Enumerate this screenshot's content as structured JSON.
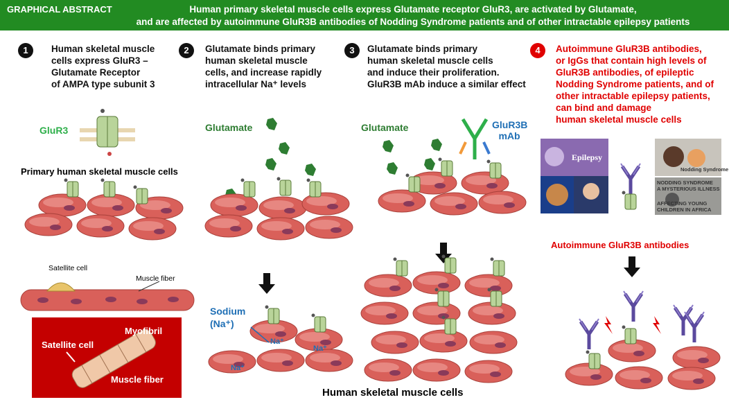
{
  "banner": {
    "label": "GRAPHICAL ABSTRACT",
    "title_line1": "Human primary skeletal muscle cells express Glutamate receptor GluR3, are activated by Glutamate,",
    "title_line2": "and are affected by autoimmune GluR3B antibodies of Nodding Syndrome patients and of other intractable epilepsy patients",
    "color": "#228b22"
  },
  "panels": [
    {
      "number": "1",
      "lines": [
        "Human skeletal muscle",
        "cells express GluR3 –",
        "Glutamate Receptor",
        "of AMPA type subunit 3"
      ]
    },
    {
      "number": "2",
      "lines": [
        "Glutamate binds primary",
        "human skeletal muscle",
        "cells, and increase rapidly",
        "intracellular Na⁺ levels"
      ]
    },
    {
      "number": "3",
      "lines": [
        "Glutamate binds primary",
        "human skeletal muscle cells",
        "and induce their proliferation.",
        "GluR3B mAb induce a similar effect"
      ]
    },
    {
      "number": "4",
      "lines": [
        "Autoimmune GluR3B antibodies,",
        "or IgGs that contain high levels of",
        "GluR3B antibodies, of epileptic",
        "Nodding Syndrome patients, and of",
        "other intractable epilepsy patients,",
        "can bind and damage",
        "human skeletal muscle cells"
      ]
    }
  ],
  "labels": {
    "glur3": "GluR3",
    "primary_cells": "Primary human skeletal muscle cells",
    "satellite_cell": "Satellite cell",
    "muscle_fiber": "Muscle fiber",
    "box_satellite": "Satellite cell",
    "box_myofibril": "Myofibril",
    "box_muscle_fiber": "Muscle fiber",
    "glutamate_2": "Glutamate",
    "glutamate_3": "Glutamate",
    "mab_line1": "GluR3B",
    "mab_line2": "mAb",
    "sodium_line1": "Sodium",
    "sodium_line2": "(Na⁺)",
    "na_1": "Na⁺",
    "na_2": "Na⁺",
    "na_3": "Na⁺",
    "epilepsy": "Epilepsy",
    "nodding_syndrome": "Nodding Syndrome",
    "ns_line1": "NODDING SYNDROME",
    "ns_line2": "A MYSTERIOUS ILLNESS",
    "ns_line3": "AFFECTING YOUNG",
    "ns_line4": "CHILDREN IN AFRICA",
    "autoimmune": "Autoimmune GluR3B antibodies",
    "bottom_caption": "Human skeletal muscle cells"
  },
  "colors": {
    "green": "#228b22",
    "red": "#e00000",
    "blue": "#1f6fb5",
    "cell": "#d9605a",
    "black_circle": "#111111"
  }
}
